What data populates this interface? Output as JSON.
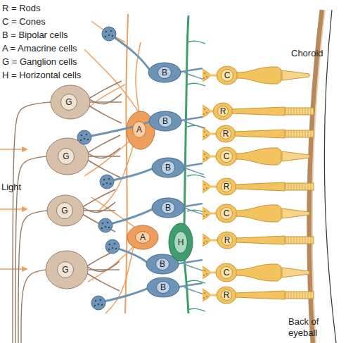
{
  "diagram": {
    "nodes": [
      {
        "text": [
          "G"
        ]
      },
      {
        "text": [
          "G"
        ]
      },
      {
        "text": [
          "G"
        ]
      },
      {
        "text": [
          "G"
        ]
      },
      {
        "text": [
          "A"
        ]
      },
      {
        "text": [
          "A"
        ]
      },
      {
        "text": [
          "B"
        ]
      },
      {
        "text": [
          "B"
        ]
      },
      {
        "text": [
          "B"
        ]
      },
      {
        "text": [
          "B"
        ]
      },
      {
        "text": [
          "B"
        ]
      },
      {
        "text": [
          "B"
        ]
      },
      {
        "text": [
          "H"
        ]
      },
      {
        "text": [
          "C"
        ]
      },
      {
        "text": [
          "R"
        ]
      },
      {
        "text": [
          "R"
        ]
      },
      {
        "text": [
          "C"
        ]
      },
      {
        "text": [
          "R"
        ]
      },
      {
        "text": [
          "C"
        ]
      },
      {
        "text": [
          "R"
        ]
      },
      {
        "text": [
          "C"
        ]
      },
      {
        "text": [
          "R"
        ]
      }
    ],
    "labels": [
      "R = Rods",
      "C = Cones",
      "B = Bipolar cells",
      "A = Amacrine cells",
      "G = Ganglion cells",
      "H = Horizontal cells",
      "Choroid",
      "Light",
      "Back of eyeball"
    ]
  }
}
